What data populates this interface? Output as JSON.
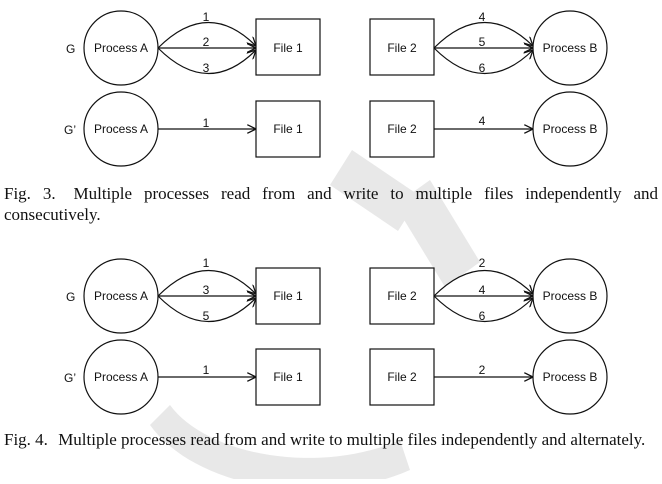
{
  "figures": [
    {
      "label": "Fig. 3.",
      "caption": "Multiple processes read from and write to multiple files independently and consecutively.",
      "graphs": {
        "g": {
          "label": "G",
          "process_a": "Process A",
          "file1": "File 1",
          "file2": "File 2",
          "process_b": "Process B",
          "left_edges": [
            "1",
            "2",
            "3"
          ],
          "right_edges": [
            "4",
            "5",
            "6"
          ]
        },
        "gp": {
          "label": "G’",
          "process_a": "Process A",
          "file1": "File 1",
          "file2": "File 2",
          "process_b": "Process B",
          "left_edge": "1",
          "right_edge": "4"
        }
      }
    },
    {
      "label": "Fig. 4.",
      "caption": "Multiple processes read from and write to multiple files independently and alternately.",
      "graphs": {
        "g": {
          "label": "G",
          "process_a": "Process A",
          "file1": "File 1",
          "file2": "File 2",
          "process_b": "Process B",
          "left_edges": [
            "1",
            "3",
            "5"
          ],
          "right_edges": [
            "2",
            "4",
            "6"
          ]
        },
        "gp": {
          "label": "G’",
          "process_a": "Process A",
          "file1": "File 1",
          "file2": "File 2",
          "process_b": "Process B",
          "left_edge": "1",
          "right_edge": "2"
        }
      }
    }
  ],
  "watermark_color": "#e6e6e6"
}
